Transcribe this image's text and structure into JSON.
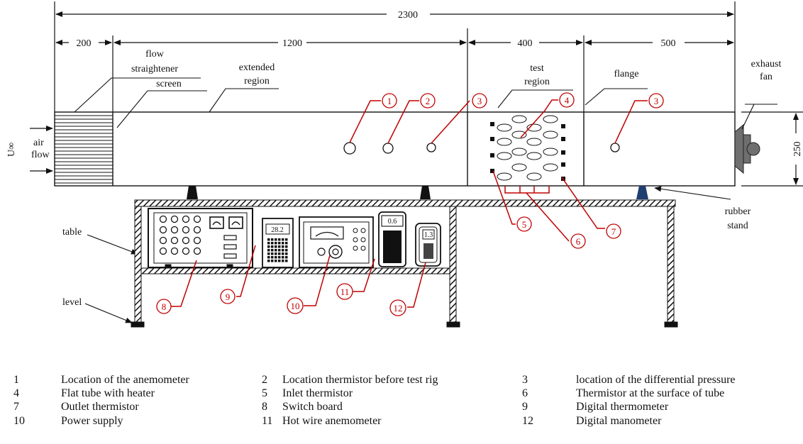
{
  "diagram": {
    "dimensions": {
      "total": "2300",
      "inlet": "200",
      "extended": "1200",
      "test": "400",
      "outlet": "500",
      "height": "250"
    },
    "labels": {
      "flow_straightener_1": "flow",
      "flow_straightener_2": "straightener",
      "screen": "screen",
      "extended_region_1": "extended",
      "extended_region_2": "region",
      "test_region_1": "test",
      "test_region_2": "region",
      "flange": "flange",
      "exhaust_fan_1": "exhaust",
      "exhaust_fan_2": "fan",
      "air_flow_1": "air",
      "air_flow_2": "flow",
      "free_stream": "U∞",
      "table": "table",
      "level": "level",
      "rubber_stand_1": "rubber",
      "rubber_stand_2": "stand"
    },
    "callouts": {
      "n1": "1",
      "n2": "2",
      "n3a": "3",
      "n3b": "3",
      "n4": "4",
      "n5": "5",
      "n6": "6",
      "n7": "7",
      "n8": "8",
      "n9": "9",
      "n10": "10",
      "n11": "11",
      "n12": "12"
    },
    "instruments": {
      "thermometer_reading": "28.2",
      "anemometer_reading": "0.6",
      "manometer_reading": "1.3"
    }
  },
  "legend": {
    "rows": [
      [
        {
          "num": "1",
          "text": "Location of the anemometer"
        },
        {
          "num": "2",
          "text": "Location thermistor before test rig"
        },
        {
          "num": "3",
          "text": "location of the differential pressure"
        }
      ],
      [
        {
          "num": "4",
          "text": "Flat tube with heater"
        },
        {
          "num": "5",
          "text": "Inlet thermistor"
        },
        {
          "num": "6",
          "text": "Thermistor at the surface of tube"
        }
      ],
      [
        {
          "num": "7",
          "text": "Outlet thermistor"
        },
        {
          "num": "8",
          "text": "Switch board"
        },
        {
          "num": "9",
          "text": "Digital thermometer"
        }
      ],
      [
        {
          "num": "10",
          "text": "Power supply"
        },
        {
          "num": "11",
          "text": "Hot wire anemometer"
        },
        {
          "num": "12",
          "text": "Digital manometer"
        }
      ]
    ]
  },
  "colors": {
    "line": "#111111",
    "callout": "#c00000",
    "fan": "#6f6f6f",
    "stand": "#1f3f6f"
  }
}
